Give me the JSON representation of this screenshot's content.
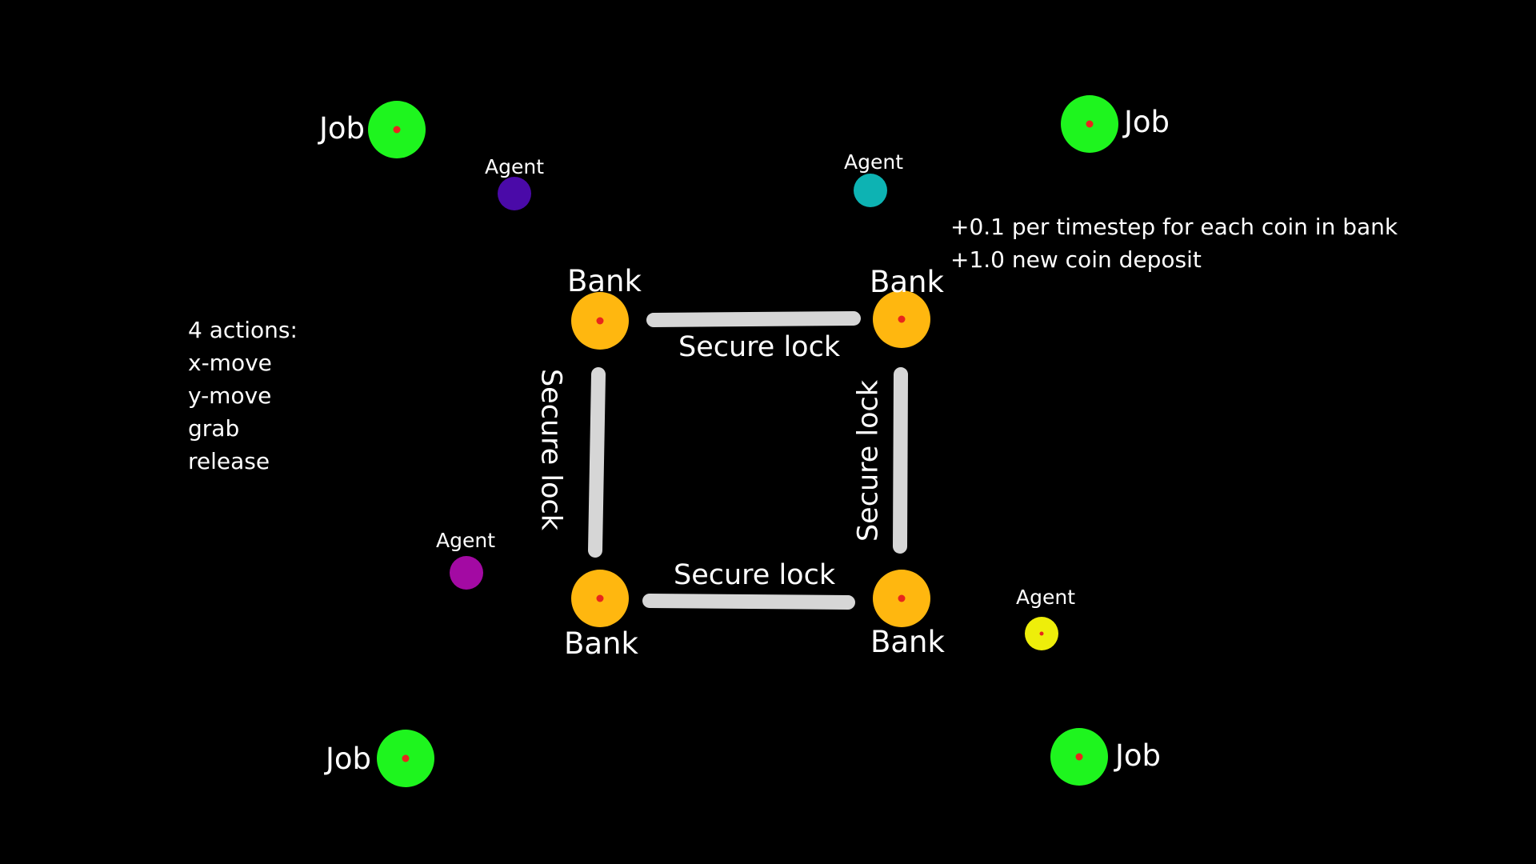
{
  "jobs": [
    {
      "label": "Job",
      "color": "#1ef51e"
    },
    {
      "label": "Job",
      "color": "#1ef51e"
    },
    {
      "label": "Job",
      "color": "#1ef51e"
    },
    {
      "label": "Job",
      "color": "#1ef51e"
    }
  ],
  "banks": [
    {
      "label": "Bank",
      "color": "#ffb70f"
    },
    {
      "label": "Bank",
      "color": "#ffb70f"
    },
    {
      "label": "Bank",
      "color": "#ffb70f"
    },
    {
      "label": "Bank",
      "color": "#ffb70f"
    }
  ],
  "agents": [
    {
      "label": "Agent",
      "color": "#4a0aa8"
    },
    {
      "label": "Agent",
      "color": "#0db3b3"
    },
    {
      "label": "Agent",
      "color": "#a30aa3"
    },
    {
      "label": "Agent",
      "color": "#eeee0a"
    }
  ],
  "locks": {
    "top": "Secure lock",
    "bottom": "Secure lock",
    "left": "Secure lock",
    "right": "Secure lock",
    "bar_color": "#d6d6d6"
  },
  "actions": [
    "4 actions:",
    "x-move",
    "y-move",
    "grab",
    "release"
  ],
  "rewards": [
    "+0.1 per timestep for each coin in bank",
    "+1.0 new coin deposit"
  ],
  "center_dot_color": "#e8261c"
}
